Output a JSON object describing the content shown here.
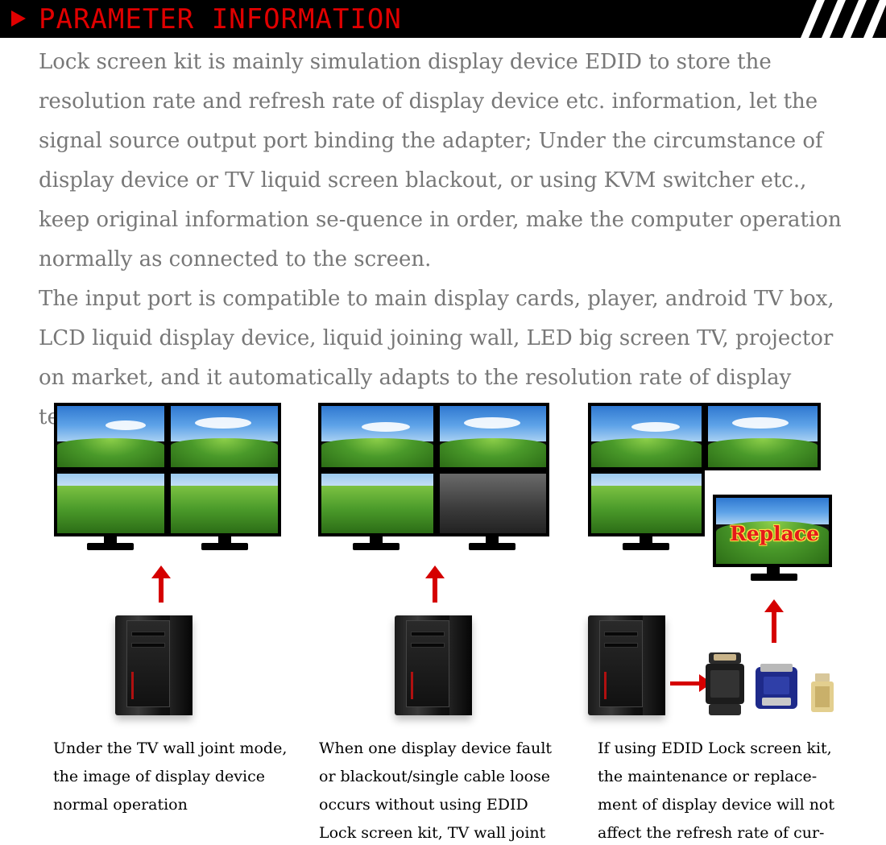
{
  "header": {
    "title": "PARAMETER INFORMATION"
  },
  "intro": {
    "paragraph_1": "Lock screen kit is mainly simulation display device EDID to store the resolution rate and refresh rate of display device etc. information, let the signal source output port binding the adapter; Under the circumstance of display device or TV liquid screen blackout, or using KVM switcher etc., keep original information se-quence in order, make the computer operation normally as connected to the screen.",
    "paragraph_2": "The input port is compatible to main display cards, player, android TV box, LCD liquid display device, liquid joining wall, LED big screen TV, projector on market, and it automatically adapts to the resolution rate of display terminal."
  },
  "panels": [
    {
      "caption": "Under the TV wall joint mode, the image of display device normal operation"
    },
    {
      "caption": "When one display device fault or blackout/single cable loose occurs without using EDID Lock screen kit, TV wall joint mode"
    },
    {
      "caption": "If using EDID Lock screen kit, the maintenance or replace-ment of display device will not affect the refresh rate of cur-",
      "replace_label": "Replace"
    }
  ],
  "colors": {
    "banner_bg": "#000000",
    "accent_red": "#e00000",
    "body_text": "#777777",
    "caption_text": "#000000"
  }
}
